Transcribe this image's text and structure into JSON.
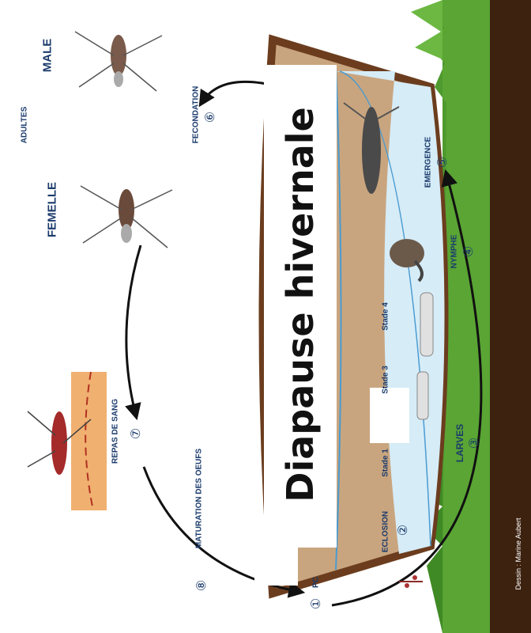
{
  "title": "Diapause hivernale",
  "labels": {
    "adultes": "ADULTES",
    "male": "MALE",
    "femelle": "FEMELLE",
    "fecondation": "FECONDATION",
    "emergence": "EMERGENCE",
    "nymphe": "NYMPHE",
    "larves": "LARVES",
    "stade4": "Stade 4",
    "stade3": "Stade 3",
    "stade1": "Stade 1",
    "eclosion": "ECLOSION",
    "pc": "PC",
    "maturation": "MATURATION DES OEUFS",
    "repas": "REPAS DE SANG",
    "credit": "Dessin : Marine Aubert"
  },
  "steps": {
    "s1": "①",
    "s2": "②",
    "s3": "③",
    "s4": "④",
    "s5": "⑤",
    "s6": "⑥",
    "s7": "⑦",
    "s8": "⑧"
  },
  "colors": {
    "soil": "#c9a57f",
    "soil_border": "#6b3d1e",
    "water": "#d6ecf7",
    "grass": "#4f9a2e",
    "ground": "#3d2210",
    "skin": "#f0b070",
    "label": "#1a3a6b"
  }
}
